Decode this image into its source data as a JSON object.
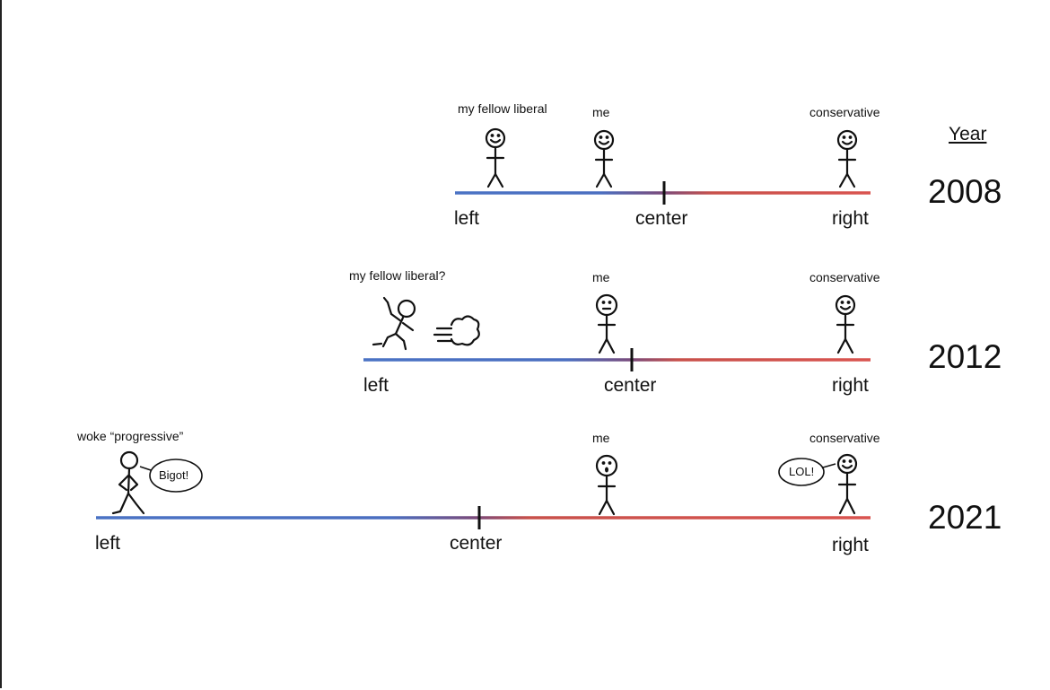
{
  "header": {
    "year_label": "Year"
  },
  "rows": [
    {
      "year": "2008",
      "axis": {
        "left": "left",
        "center": "center",
        "right": "right"
      },
      "figures": {
        "left_figure": "my fellow liberal",
        "me": "me",
        "conservative": "conservative"
      }
    },
    {
      "year": "2012",
      "axis": {
        "left": "left",
        "center": "center",
        "right": "right"
      },
      "figures": {
        "left_figure": "my fellow liberal?",
        "me": "me",
        "conservative": "conservative"
      }
    },
    {
      "year": "2021",
      "axis": {
        "left": "left",
        "center": "center",
        "right": "right"
      },
      "figures": {
        "left_figure": "woke “progressive”",
        "me": "me",
        "conservative": "conservative"
      },
      "speech": {
        "left_bubble": "Bigot!",
        "right_bubble": "LOL!"
      }
    }
  ],
  "colors": {
    "left": "#4a72c4",
    "right": "#d9534f",
    "ink": "#111111"
  }
}
